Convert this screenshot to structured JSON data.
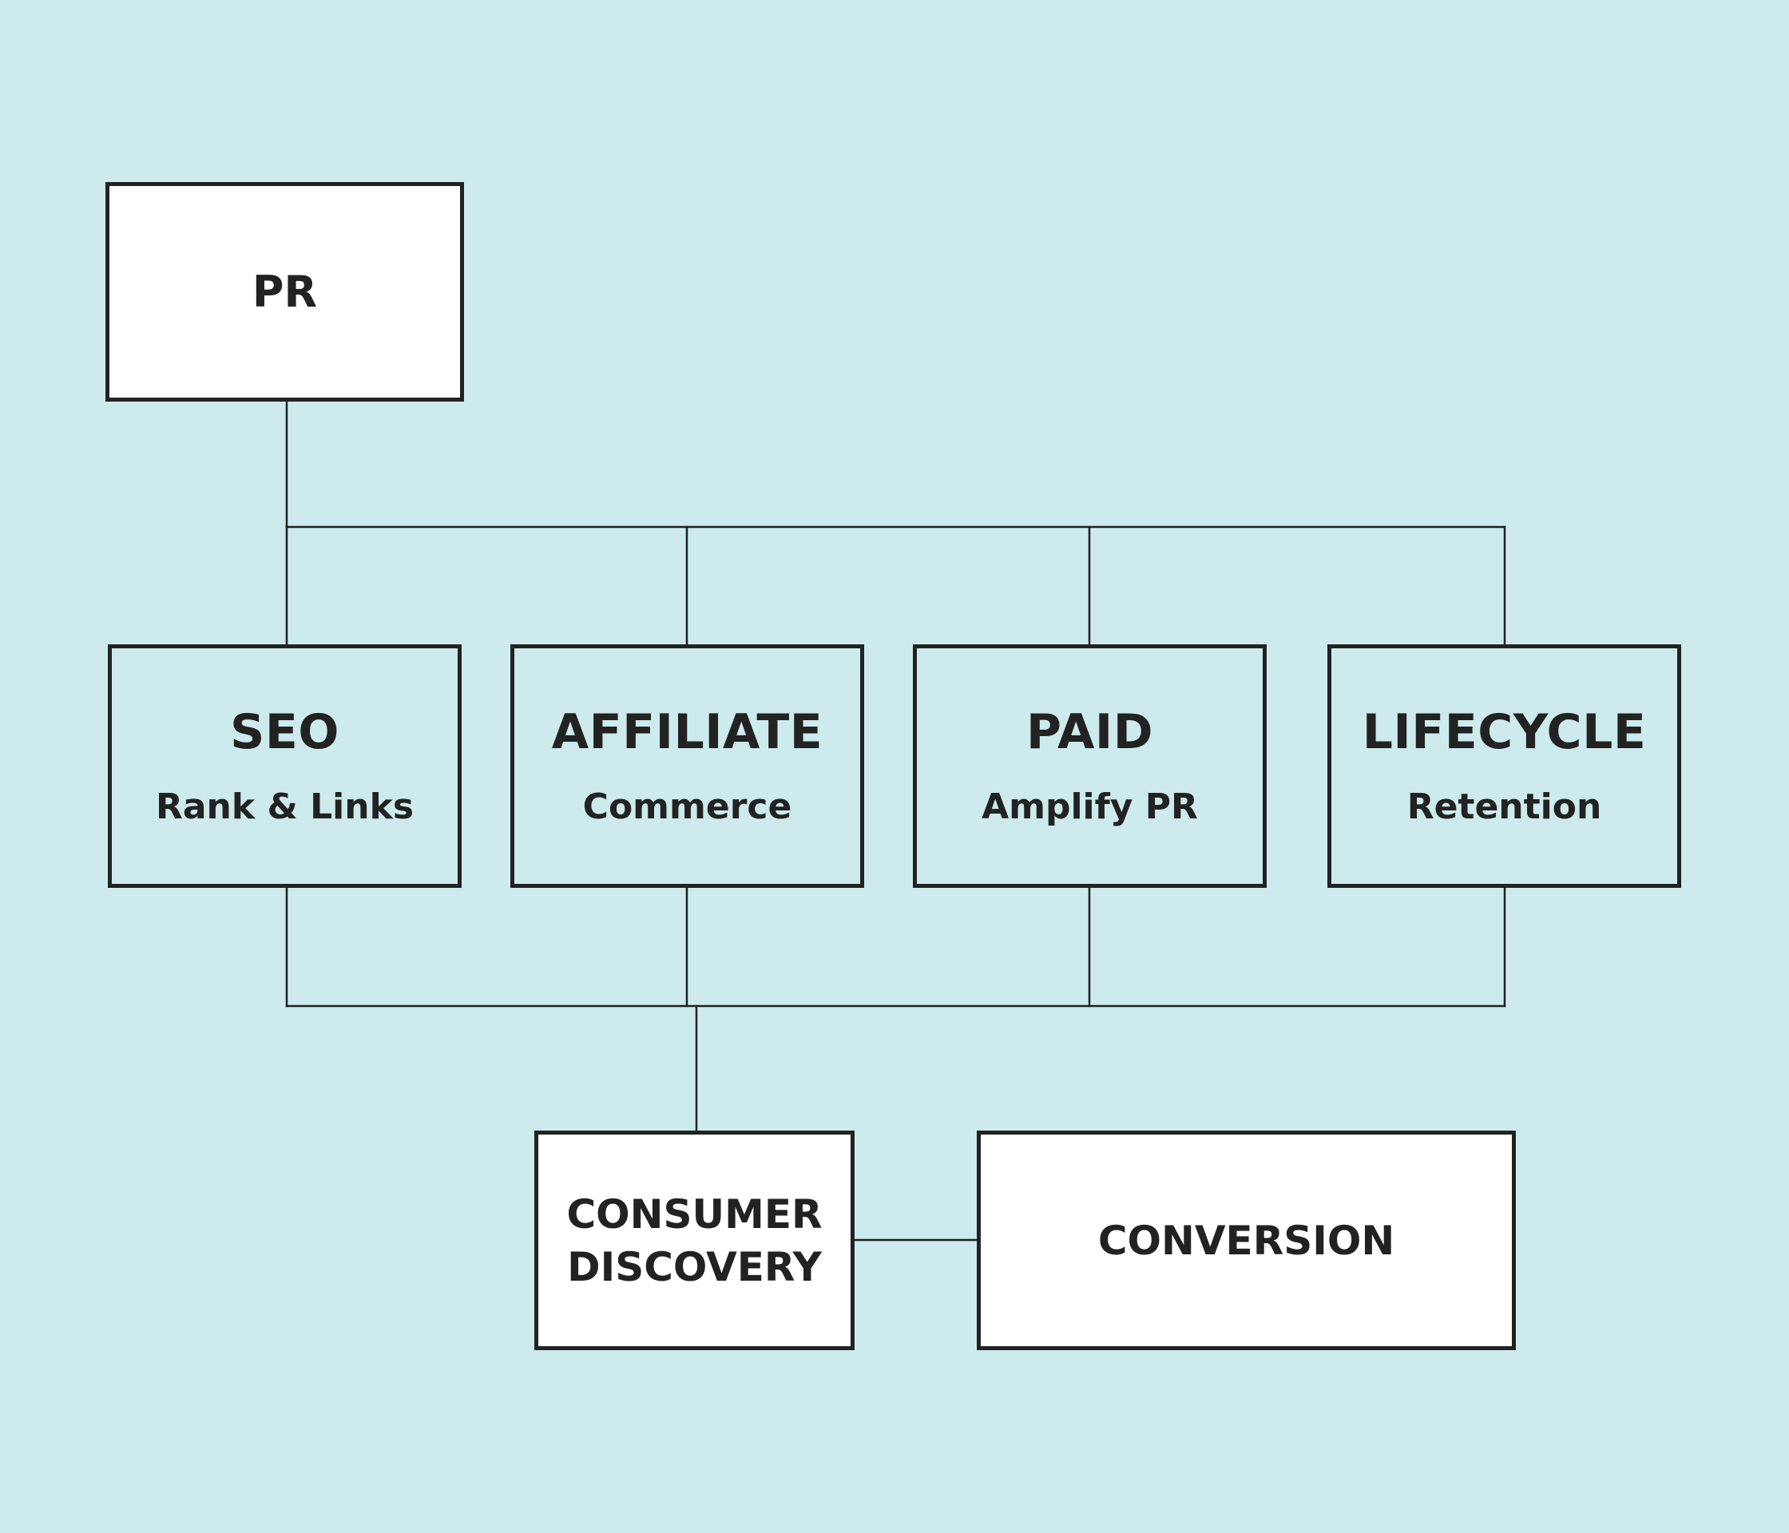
{
  "colors": {
    "background": "#cdebec",
    "box_border": "#222222",
    "text": "#222222",
    "box_fill_white": "#ffffff"
  },
  "pr": {
    "label": "PR"
  },
  "channels": [
    {
      "title": "SEO",
      "subtitle": "Rank & Links"
    },
    {
      "title": "AFFILIATE",
      "subtitle": "Commerce"
    },
    {
      "title": "PAID",
      "subtitle": "Amplify PR"
    },
    {
      "title": "LIFECYCLE",
      "subtitle": "Retention"
    }
  ],
  "discovery": {
    "line1": "CONSUMER",
    "line2": "DISCOVERY"
  },
  "conversion": {
    "label": "CONVERSION"
  }
}
